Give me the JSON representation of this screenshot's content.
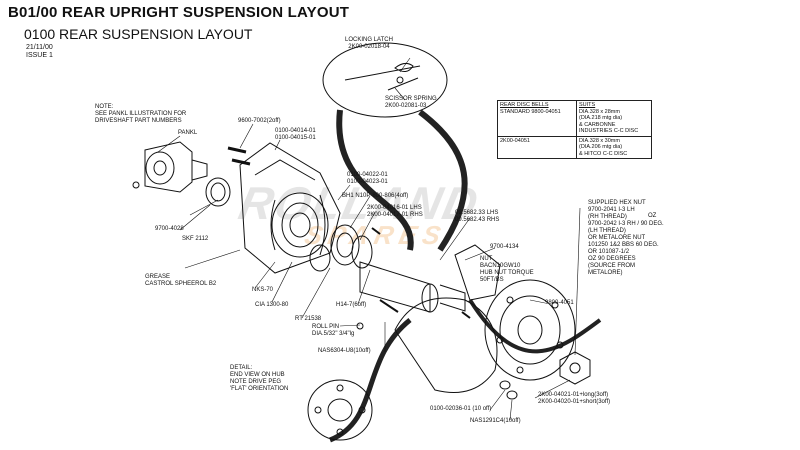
{
  "header": {
    "title": "B01/00 REAR UPRIGHT SUSPENSION LAYOUT",
    "subtitle": "0100 REAR SUSPENSION LAYOUT",
    "date": "21/11/00",
    "issue": "ISSUE 1"
  },
  "notes": {
    "note_top": [
      "NOTE:",
      "SEE PANKL ILLUSTRATION FOR",
      "DRIVESHAFT PART NUMBERS"
    ],
    "detail": [
      "DETAIL:",
      "END VIEW ON HUB",
      "NOTE DRIVE PEG",
      "'FLAT' ORIENTATION"
    ]
  },
  "labels": {
    "locking_latch": [
      "LOCKING LATCH",
      "2K00-02018-04"
    ],
    "scissor_spring": [
      "SCISSOR SPRING",
      "2K00-02081-03"
    ],
    "pankl": "PANKL",
    "part_9600_7002": "9600-7002(2off)",
    "part_0100_04014": [
      "0100-04014-01",
      "0100-04015-01"
    ],
    "part_0100_04022": [
      "0100-04022-01",
      "0100-04023-01"
    ],
    "bh1": "BH1 N10P-800-806(4off)",
    "part_2k00_04016": [
      "2K00-04016-01 LHS",
      "2K00-04017-01 RHS"
    ],
    "part_09_5682": [
      "09.5682.33 LHS",
      "09.5682.43 RHS"
    ],
    "part_9700_4134": "9700-4134",
    "nut_note": [
      "NUT",
      "BACN10GW10",
      "HUB NUT TORQUE",
      "50FT/BS"
    ],
    "part_9700_4028": "9700-4028",
    "skf": "SKF 2112",
    "grease": [
      "GREASE",
      "CASTROL SPHEEROL B2"
    ],
    "nks": "NKS-70",
    "cia": "CIA 1300-80",
    "rt": "RT 21538",
    "h14": "H14-7(6off)",
    "roll_pin": [
      "ROLL PIN",
      "DIA.5/32\" 3/4\"lg"
    ],
    "nas6304": "NAS6304-U8(10off)",
    "part_9800_4051": "9800-4051",
    "part_0100_02036": "0100-02036-01 (10 off)",
    "nas1291": "NAS1291C4(10off)",
    "part_2k00_04021": [
      "2K00-04021-01+long(3off)",
      "2K00-04020-01+short(3off)"
    ],
    "supplied_hex": [
      "SUPPLIED HEX NUT",
      "9700-2041 I-3 LH",
      "(RH THREAD)",
      "9700-2042 I-3 RH / 90 DEG.",
      "(LH THREAD)",
      "OR METALORE NUT",
      "101250 1&2 BBS 60 DEG.",
      "OR 101087-1/2",
      "OZ 90 DEGREES",
      "(SOURCE FROM",
      "METALORE)"
    ],
    "oz": "OZ"
  },
  "disc_table": {
    "headers": [
      "REAR DISC BELLS",
      "SUITS"
    ],
    "rows": [
      {
        "part": [
          "STANDARD 9800-04051"
        ],
        "suits": [
          "DIA.328 x 28mm",
          "(DIA.218 mtg dia)",
          "& CARBONNE",
          "INDUSTRIES C-C DISC"
        ]
      },
      {
        "part": [
          "2K00-04051"
        ],
        "suits": [
          "DIA.328 x 30mm",
          "(DIA.206 mtg dia)",
          "& HITCO C-C DISC"
        ]
      }
    ]
  },
  "watermark": {
    "line1": "ROLLAND",
    "line2": "SPARES"
  }
}
